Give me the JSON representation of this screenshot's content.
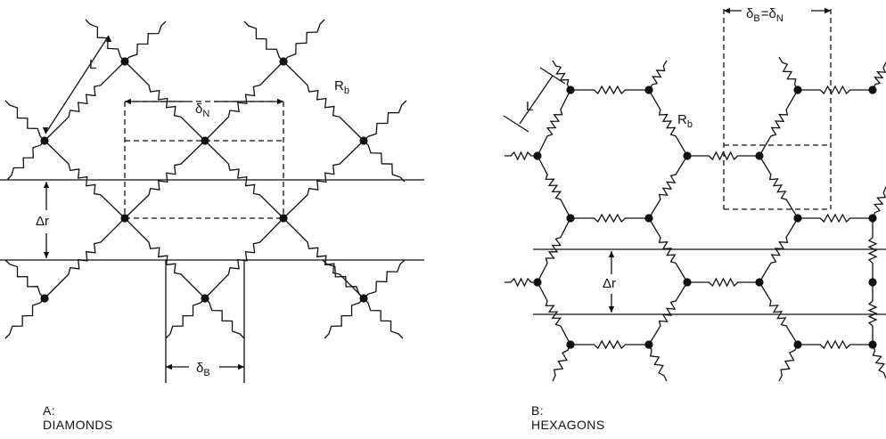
{
  "panel_a": {
    "labels": {
      "length": "L",
      "node_spacing_symbol": "δ",
      "node_spacing_subscript": "N",
      "resistor_symbol": "R",
      "resistor_subscript": "b",
      "row_spacing": "Δr",
      "bond_spacing_symbol": "δ",
      "bond_spacing_subscript": "B"
    },
    "caption_letter": "A:",
    "caption_title": "DIAMONDS"
  },
  "panel_b": {
    "labels": {
      "length": "L",
      "resistor_symbol": "R",
      "resistor_subscript": "b",
      "spacing_symbol_1": "δ",
      "spacing_subscript_1": "B",
      "equals": "=",
      "spacing_symbol_2": "δ",
      "spacing_subscript_2": "N",
      "row_spacing": "Δr"
    },
    "caption_letter": "B:",
    "caption_title": "HEXAGONS"
  },
  "colors": {
    "ink": "#111111",
    "background": "#ffffff"
  }
}
